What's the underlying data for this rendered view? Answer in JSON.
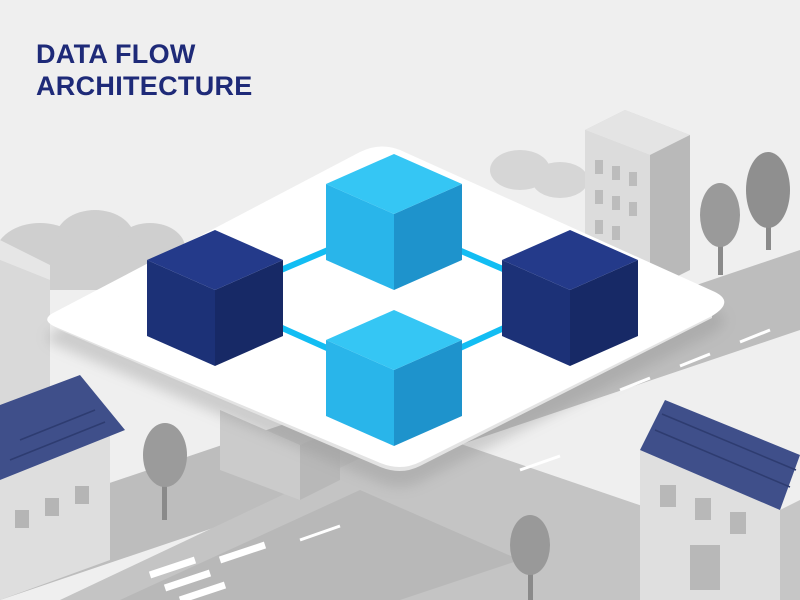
{
  "title": {
    "line1": "DATA FLOW",
    "line2": "ARCHITECTURE"
  },
  "colors": {
    "background": "#efefef",
    "title": "#1e2a78",
    "node_light": "#29b5ea",
    "node_dark": "#1c3177",
    "connector": "#12bdf3",
    "platform": "#ffffff"
  },
  "diagram": {
    "nodes": [
      {
        "id": "node-top",
        "style": "light"
      },
      {
        "id": "node-left",
        "style": "dark"
      },
      {
        "id": "node-right",
        "style": "dark"
      },
      {
        "id": "node-bottom",
        "style": "light"
      }
    ],
    "links": [
      {
        "from": "node-left",
        "to": "node-top"
      },
      {
        "from": "node-top",
        "to": "node-right"
      },
      {
        "from": "node-left",
        "to": "node-bottom"
      },
      {
        "from": "node-bottom",
        "to": "node-right"
      }
    ]
  }
}
